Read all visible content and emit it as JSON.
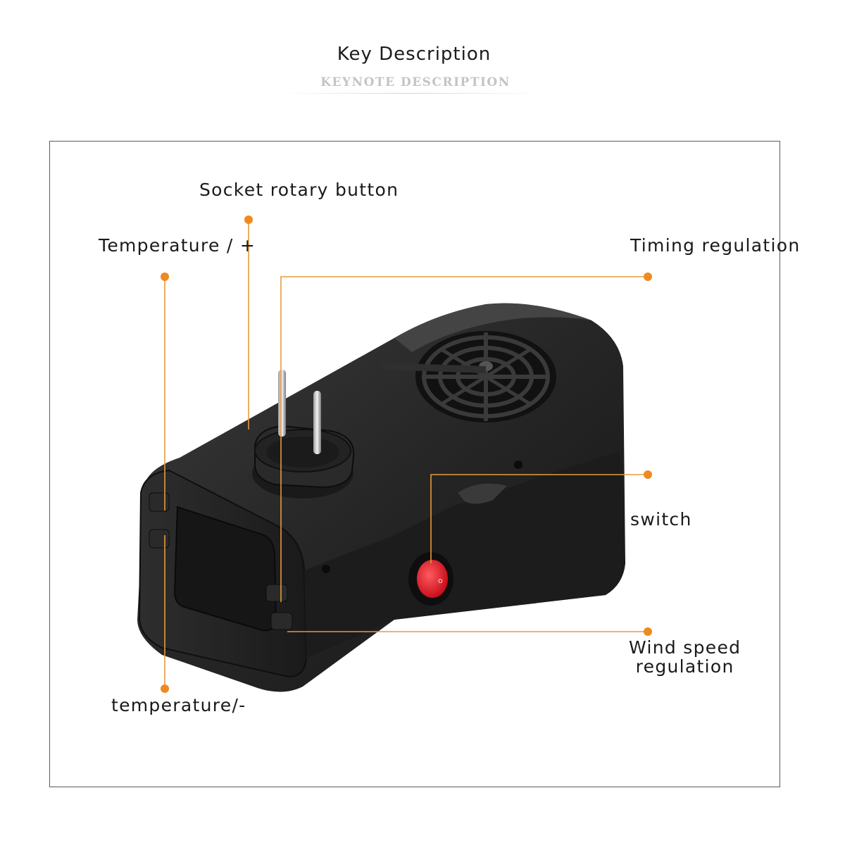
{
  "header": {
    "title": "Key Description",
    "subtitle": "KEYNOTE DESCRIPTION"
  },
  "labels": {
    "socket_rotary": "Socket rotary button",
    "temperature_plus": "Temperature / +",
    "timing_regulation": "Timing regulation",
    "switch": "switch",
    "wind_speed": "Wind speed\nregulation",
    "temperature_minus": "temperature/-"
  },
  "colors": {
    "leader_line": "#e89a3c",
    "dot": "#ee8a1f",
    "device_body": "#232323",
    "switch": "#e8202e",
    "frame": "#5a5a5a"
  }
}
